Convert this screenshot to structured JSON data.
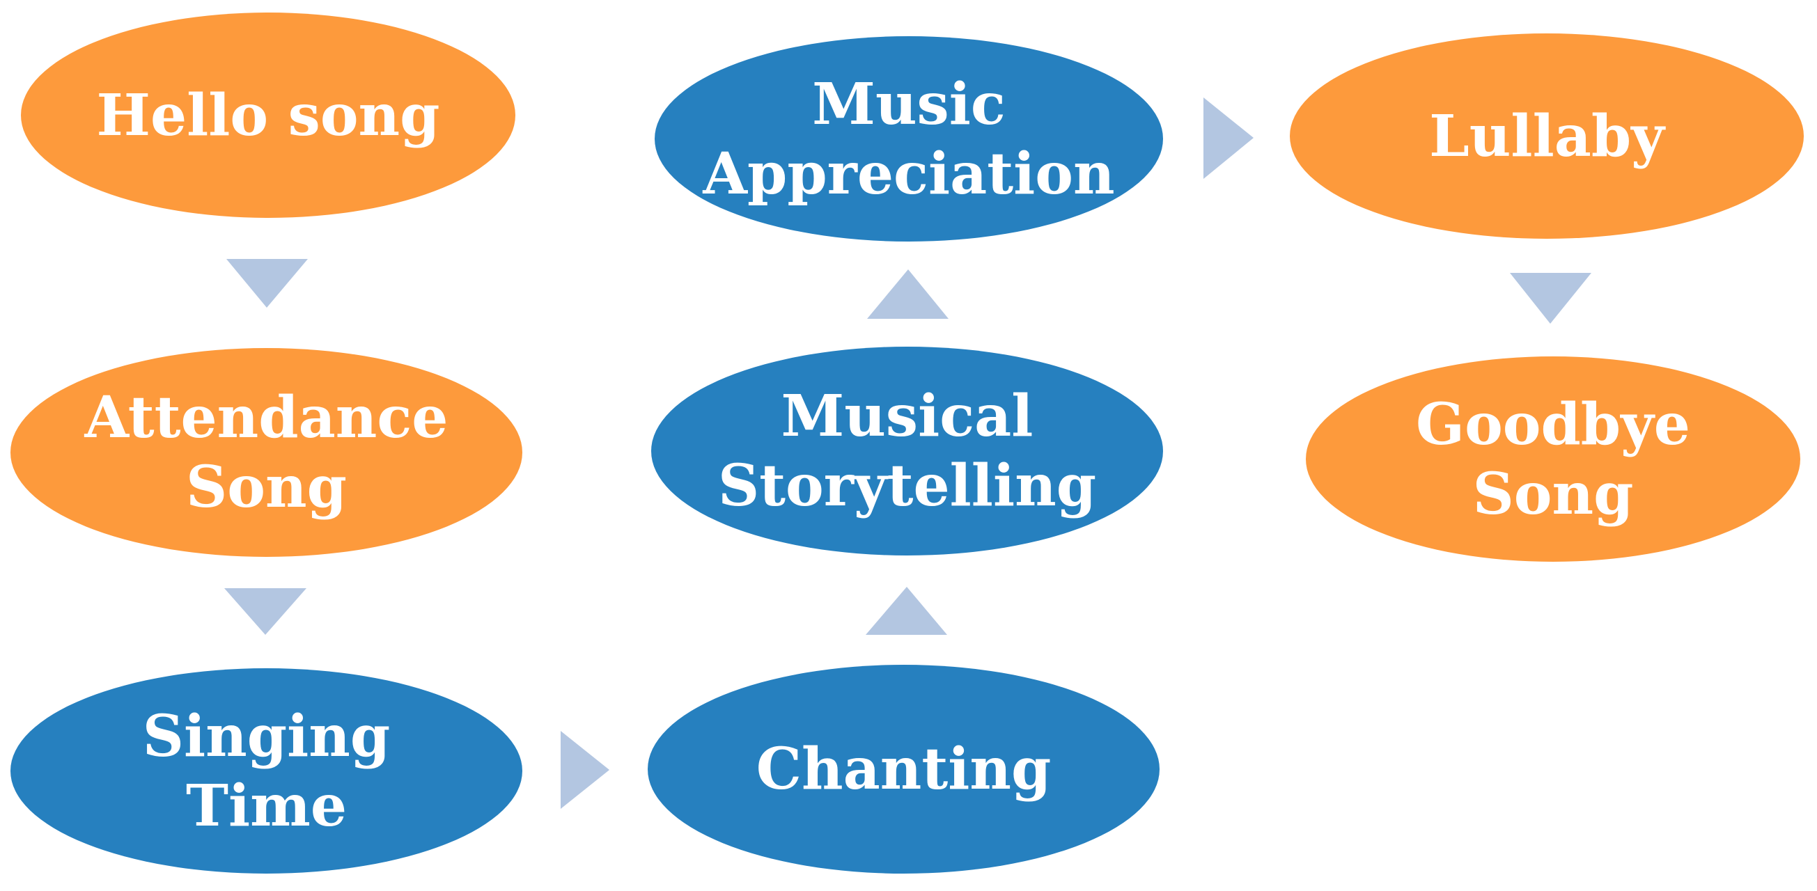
{
  "colors": {
    "orange": "#FD9A3C",
    "blue": "#2680BF",
    "arrow": "#B3C6E1"
  },
  "nodes": {
    "hello": {
      "label": "Hello song",
      "color": "orange"
    },
    "attendance": {
      "label": "Attendance\nSong",
      "color": "orange"
    },
    "singing": {
      "label": "Singing\nTime",
      "color": "blue"
    },
    "chanting": {
      "label": "Chanting",
      "color": "blue"
    },
    "storytelling": {
      "label": "Musical\nStorytelling",
      "color": "blue"
    },
    "appreciation": {
      "label": "Music\nAppreciation",
      "color": "blue"
    },
    "lullaby": {
      "label": "Lullaby",
      "color": "orange"
    },
    "goodbye": {
      "label": "Goodbye\nSong",
      "color": "orange"
    }
  },
  "flow": [
    {
      "from": "hello",
      "to": "attendance",
      "direction": "down"
    },
    {
      "from": "attendance",
      "to": "singing",
      "direction": "down"
    },
    {
      "from": "singing",
      "to": "chanting",
      "direction": "right"
    },
    {
      "from": "chanting",
      "to": "storytelling",
      "direction": "up"
    },
    {
      "from": "storytelling",
      "to": "appreciation",
      "direction": "up"
    },
    {
      "from": "appreciation",
      "to": "lullaby",
      "direction": "right"
    },
    {
      "from": "lullaby",
      "to": "goodbye",
      "direction": "down"
    }
  ]
}
